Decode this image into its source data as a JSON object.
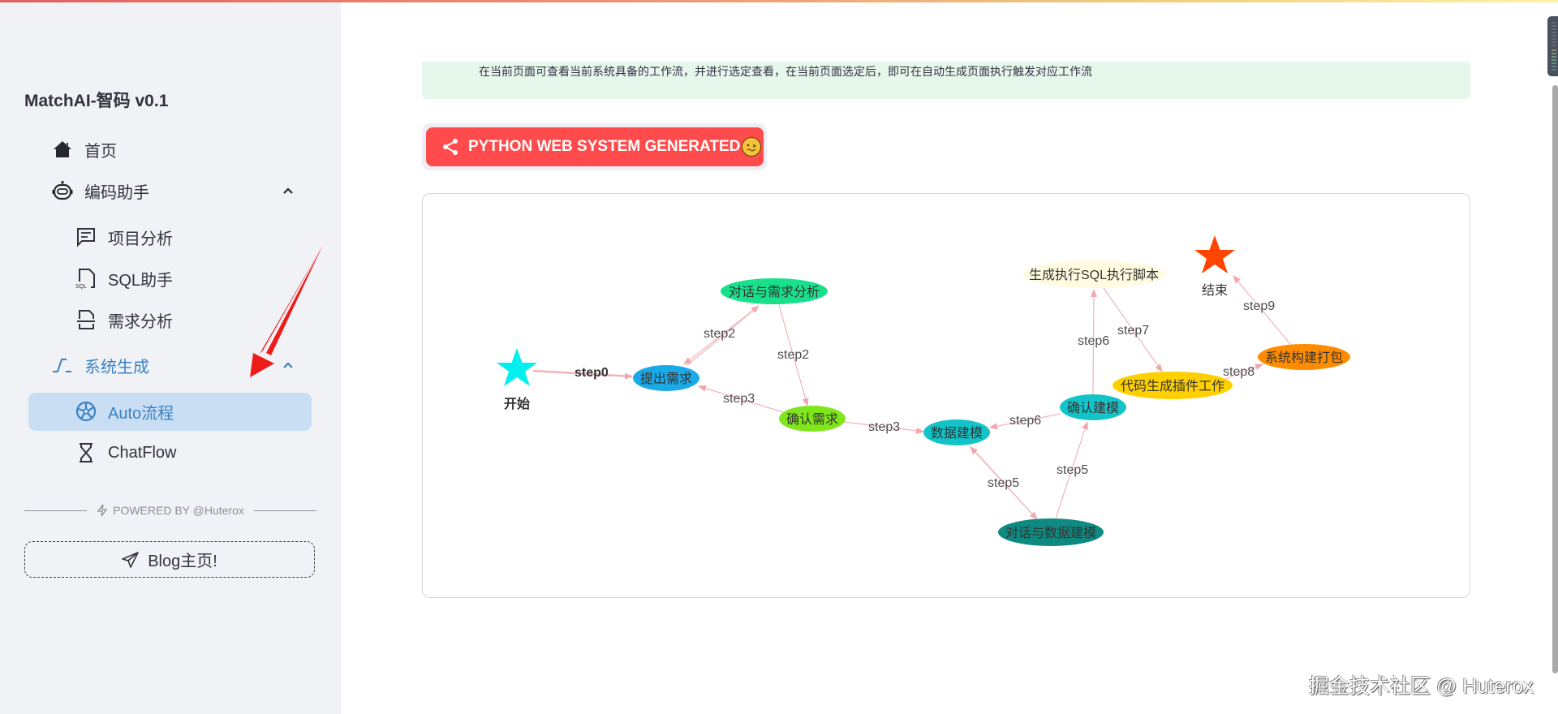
{
  "sidebar": {
    "brand": "MatchAI-智码 v0.1",
    "items": [
      {
        "label": "首页",
        "icon": "home-icon"
      },
      {
        "label": "编码助手",
        "icon": "robot-icon",
        "expanded": true
      },
      {
        "label": "项目分析",
        "icon": "chat-lines-icon"
      },
      {
        "label": "SQL助手",
        "icon": "sql-file-icon"
      },
      {
        "label": "需求分析",
        "icon": "document-icon"
      },
      {
        "label": "系统生成",
        "icon": "step-chart-icon",
        "expanded": true,
        "highlighted": true
      },
      {
        "label": "Auto流程",
        "icon": "aperture-icon",
        "active": true
      },
      {
        "label": "ChatFlow",
        "icon": "hourglass-icon"
      }
    ],
    "powered_by": "POWERED BY @Huterox",
    "blog_button": "Blog主页!"
  },
  "main": {
    "banner_text": "在当前页面可查看当前系统具备的工作流，并进行选定查看，在当前页面选定后，即可在自动生成页面执行触发对应工作流",
    "run_button": "PYTHON WEB SYSTEM GENERATED",
    "colors": {
      "accent": "#ff4b4b",
      "banner_bg": "#e6f7ec",
      "active_bg": "#c9def3",
      "active_text": "#3b82c4"
    }
  },
  "graph": {
    "nodes": [
      {
        "id": "start",
        "label": "开始",
        "shape": "star",
        "color": "#00f0f0"
      },
      {
        "id": "req",
        "label": "提出需求",
        "shape": "ellipse",
        "color": "#1aaae8"
      },
      {
        "id": "dlg_req",
        "label": "对话与需求分析",
        "shape": "ellipse",
        "color": "#19e08a"
      },
      {
        "id": "confirm_req",
        "label": "确认需求",
        "shape": "ellipse",
        "color": "#7fe61a"
      },
      {
        "id": "data_model",
        "label": "数据建模",
        "shape": "ellipse",
        "color": "#12c4c8"
      },
      {
        "id": "dlg_data",
        "label": "对话与数据建模",
        "shape": "ellipse",
        "color": "#0f8a80"
      },
      {
        "id": "confirm_model",
        "label": "确认建模",
        "shape": "ellipse",
        "color": "#12c4c8"
      },
      {
        "id": "sql",
        "label": "生成执行SQL执行脚本",
        "shape": "ellipse",
        "color": "#fffbe0"
      },
      {
        "id": "codegen",
        "label": "代码生成插件工作",
        "shape": "ellipse",
        "color": "#ffd000"
      },
      {
        "id": "build",
        "label": "系统构建打包",
        "shape": "ellipse",
        "color": "#ff8c00"
      },
      {
        "id": "end",
        "label": "结束",
        "shape": "star",
        "color": "#ff4500"
      }
    ],
    "edges": [
      {
        "from": "start",
        "to": "req",
        "label": "step0"
      },
      {
        "from": "req",
        "to": "dlg_req",
        "label": "step2"
      },
      {
        "from": "dlg_req",
        "to": "req",
        "label": ""
      },
      {
        "from": "dlg_req",
        "to": "confirm_req",
        "label": "step2"
      },
      {
        "from": "confirm_req",
        "to": "req",
        "label": "step3"
      },
      {
        "from": "confirm_req",
        "to": "data_model",
        "label": "step3"
      },
      {
        "from": "data_model",
        "to": "dlg_data",
        "label": "step5"
      },
      {
        "from": "dlg_data",
        "to": "data_model",
        "label": ""
      },
      {
        "from": "dlg_data",
        "to": "confirm_model",
        "label": "step5"
      },
      {
        "from": "confirm_model",
        "to": "data_model",
        "label": "step6"
      },
      {
        "from": "confirm_model",
        "to": "sql",
        "label": "step6"
      },
      {
        "from": "sql",
        "to": "codegen",
        "label": "step7"
      },
      {
        "from": "codegen",
        "to": "build",
        "label": "step8"
      },
      {
        "from": "build",
        "to": "end",
        "label": "step9"
      }
    ]
  },
  "watermark": "掘金技术社区 @ Huterox"
}
